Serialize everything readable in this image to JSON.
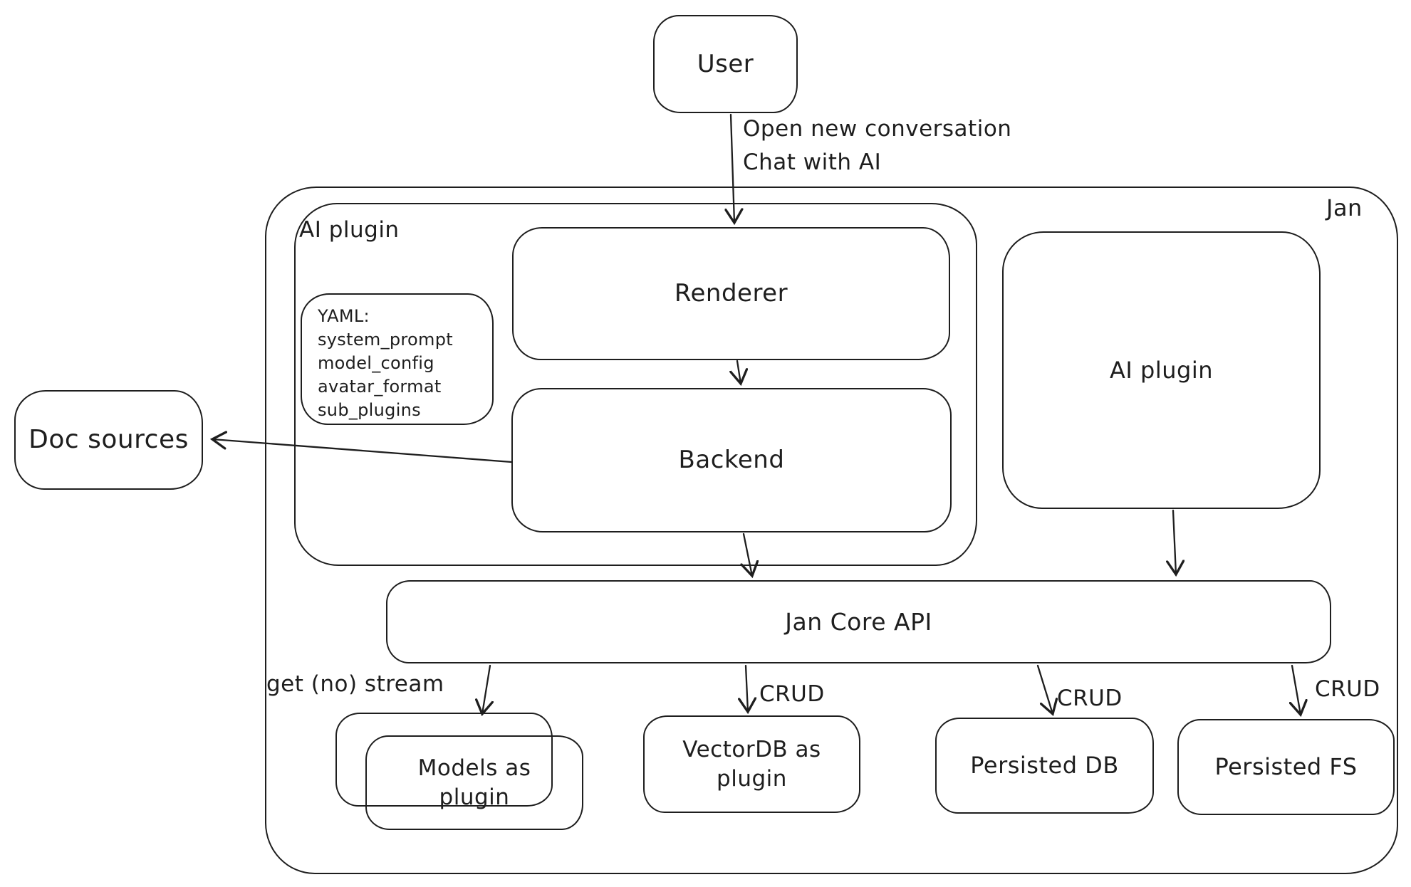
{
  "colors": {
    "ink": "#1e1e1e",
    "canvas": "#ffffff"
  },
  "nodes": {
    "user": "User",
    "jan": "Jan",
    "ai_plugin_left": "AI plugin",
    "renderer": "Renderer",
    "backend": "Backend",
    "yaml_note": "YAML:\nsystem_prompt\nmodel_config\navatar_format\nsub_plugins",
    "ai_plugin_right": "AI plugin",
    "doc_sources": "Doc sources",
    "jan_core_api": "Jan Core API",
    "models_as_plugin": "Models as\nplugin",
    "vectordb_as_plugin": "VectorDB as\nplugin",
    "persisted_db": "Persisted DB",
    "persisted_fs": "Persisted FS"
  },
  "edge_labels": {
    "user_to_renderer": "Open new conversation\nChat with AI",
    "get_no_stream": "get (no) stream",
    "crud_vectordb": "CRUD",
    "crud_persisted_db": "CRUD",
    "crud_persisted_fs": "CRUD"
  }
}
